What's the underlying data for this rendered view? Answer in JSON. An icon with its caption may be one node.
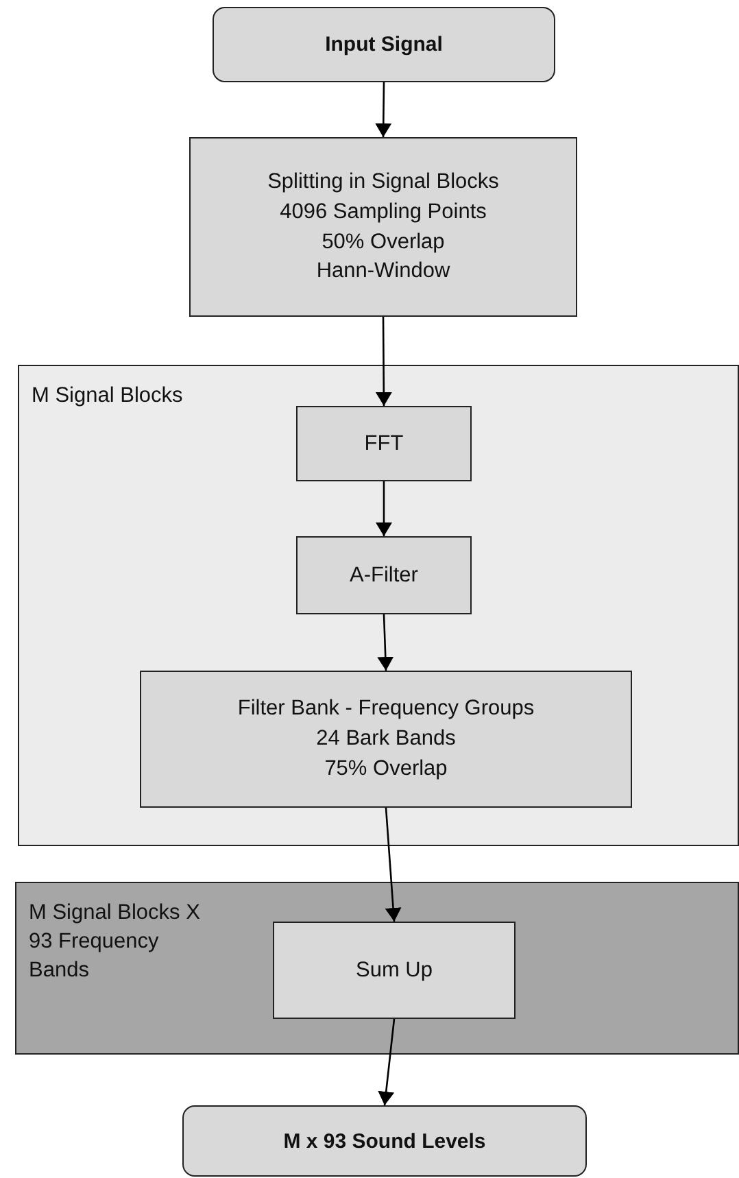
{
  "diagram": {
    "nodes": [
      {
        "text": [
          "Input Signal"
        ]
      },
      {
        "text": [
          "Splitting in Signal Blocks",
          "4096 Sampling Points",
          "50% Overlap",
          "Hann-Window"
        ]
      },
      {
        "text": [
          "M Signal Blocks"
        ]
      },
      {
        "text": [
          "FFT"
        ],
        "in": 2
      },
      {
        "text": [
          "A-Filter"
        ],
        "in": 2
      },
      {
        "text": [
          "Filter Bank - Frequency Groups",
          "24 Bark Bands",
          "75% Overlap"
        ],
        "in": 2
      },
      {
        "text": [
          "M Signal Blocks X 93 Frequency Bands"
        ]
      },
      {
        "text": [
          "Sum Up"
        ],
        "in": 6
      },
      {
        "text": [
          "M x 93 Sound Levels"
        ]
      }
    ],
    "edges": [
      {
        "from": 0,
        "to": 1,
        "arrow": "to"
      },
      {
        "from": 1,
        "to": 3,
        "arrow": "to"
      },
      {
        "from": 3,
        "to": 4,
        "arrow": "to"
      },
      {
        "from": 4,
        "to": 5,
        "arrow": "to"
      },
      {
        "from": 5,
        "to": 7,
        "arrow": "to"
      },
      {
        "from": 7,
        "to": 8,
        "arrow": "to"
      }
    ]
  }
}
